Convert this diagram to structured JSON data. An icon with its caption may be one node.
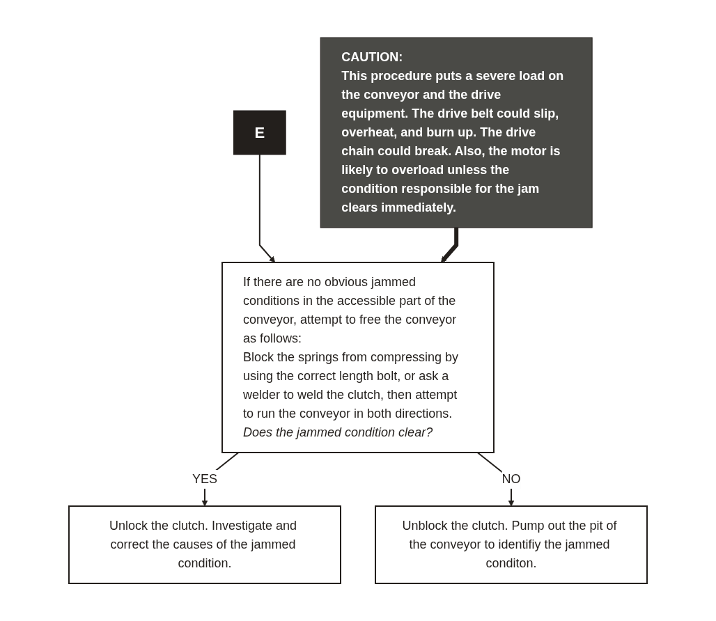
{
  "diagram": {
    "nodes": [
      {
        "text": [
          "E"
        ]
      },
      {
        "text": [
          "If there are no obvious jammed conditions in the accessible part of the conveyor, attempt to free the conveyor as follows:",
          "Block the springs from compressing by using the correct length bolt, or ask a welder to weld the clutch, then attempt to run the conveyor in both directions.",
          "Does the jammed condition clear?"
        ]
      },
      {
        "text": [
          "CAUTION:",
          "This procedure puts a severe load on the conveyor and the drive equipment. The drive belt could slip, overheat, and burn up. The drive chain could break. Also, the motor is likely to overload unless the condition responsible for the jam clears immediately."
        ]
      },
      {
        "text": [
          "Unlock the clutch. Investigate and correct the causes of the jammed condition."
        ]
      },
      {
        "text": [
          "Unblock the clutch. Pump out the pit of the conveyor to identifiy the jammed conditon."
        ]
      }
    ],
    "edges": [
      {
        "from": 0,
        "to": 1,
        "arrow": "to"
      },
      {
        "from": 2,
        "to": 1,
        "arrow": "to",
        "style": "thick"
      },
      {
        "from": 1,
        "to": 3,
        "label": "YES",
        "arrow": "to"
      },
      {
        "from": 1,
        "to": 4,
        "label": "NO",
        "arrow": "to"
      }
    ]
  }
}
